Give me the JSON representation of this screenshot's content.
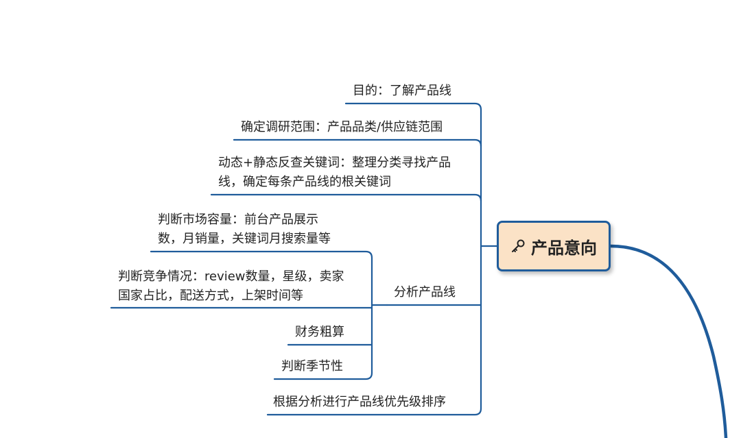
{
  "central_topic": {
    "label": "产品意向",
    "icon": "key-icon"
  },
  "branches": [
    {
      "label": "目的：了解产品线"
    },
    {
      "label": "确定调研范围：产品品类/供应链范围"
    },
    {
      "label": "动态+静态反查关键词：整理分类寻找产品线，确定每条产品线的根关键词"
    },
    {
      "label": "分析产品线",
      "children": [
        {
          "label": "判断市场容量：前台产品展示数，月销量，关键词月搜索量等"
        },
        {
          "label": "判断竞争情况：review数量，星级，卖家国家占比，配送方式，上架时间等"
        },
        {
          "label": "财务粗算"
        },
        {
          "label": "判断季节性"
        }
      ]
    },
    {
      "label": "根据分析进行产品线优先级排序"
    }
  ],
  "colors": {
    "line": "#1f5c9b",
    "central_fill": "#fbe2c6",
    "central_border": "#1f5c9b"
  }
}
